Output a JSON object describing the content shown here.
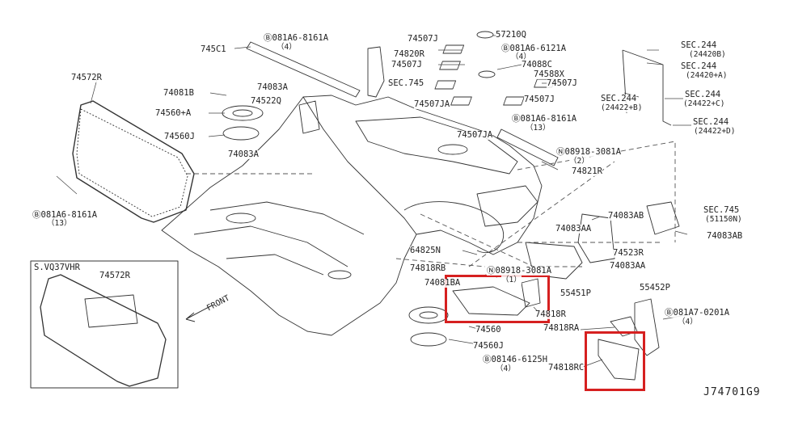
{
  "diagram": {
    "code": "J74701G9",
    "inset_title": "S.VQ37VHR",
    "front_label": "FRONT",
    "highlight_color": "#d62020"
  },
  "labels": [
    {
      "id": "745c1",
      "text": "745C1"
    },
    {
      "id": "b081a6-8161a-top",
      "text": "Ⓑ081A6-8161A"
    },
    {
      "id": "b081a6-8161a-top-qty",
      "text": "（4）"
    },
    {
      "id": "74820r",
      "text": "74820R"
    },
    {
      "id": "74507j-1",
      "text": "74507J"
    },
    {
      "id": "74507j-2",
      "text": "74507J"
    },
    {
      "id": "57210q",
      "text": "57210Q"
    },
    {
      "id": "b081a6-6121a",
      "text": "Ⓑ081A6-6121A"
    },
    {
      "id": "b081a6-6121a-qty",
      "text": "（4）"
    },
    {
      "id": "74088c",
      "text": "74088C"
    },
    {
      "id": "74588x",
      "text": "74588X"
    },
    {
      "id": "74507j-3",
      "text": "74507J"
    },
    {
      "id": "74507j-4",
      "text": "74507J"
    },
    {
      "id": "74507ja-1",
      "text": "74507JA"
    },
    {
      "id": "sec745-top",
      "text": "SEC.745"
    },
    {
      "id": "74572r",
      "text": "74572R"
    },
    {
      "id": "74081b",
      "text": "74081B"
    },
    {
      "id": "74083a-1",
      "text": "74083A"
    },
    {
      "id": "74560a",
      "text": "74560+A"
    },
    {
      "id": "74522q",
      "text": "74522Q"
    },
    {
      "id": "74560j-1",
      "text": "74560J"
    },
    {
      "id": "74083a-2",
      "text": "74083A"
    },
    {
      "id": "b081a6-8161a-left",
      "text": "Ⓑ081A6-8161A"
    },
    {
      "id": "b081a6-8161a-left-qty",
      "text": "（13）"
    },
    {
      "id": "sec244-1",
      "text": "SEC.244"
    },
    {
      "id": "sec244-1-sub",
      "text": "(24420B)"
    },
    {
      "id": "sec244-2",
      "text": "SEC.244"
    },
    {
      "id": "sec244-2-sub",
      "text": "(24420+A)"
    },
    {
      "id": "sec244-3",
      "text": "SEC.244"
    },
    {
      "id": "sec244-3-sub",
      "text": "(24422+B)"
    },
    {
      "id": "sec244-4",
      "text": "SEC.244"
    },
    {
      "id": "sec244-4-sub",
      "text": "(24422+C)"
    },
    {
      "id": "sec244-5",
      "text": "SEC.244"
    },
    {
      "id": "sec244-5-sub",
      "text": "(24422+D)"
    },
    {
      "id": "b081a6-8161a-mid",
      "text": "Ⓑ081A6-8161A"
    },
    {
      "id": "b081a6-8161a-mid-qty",
      "text": "（13）"
    },
    {
      "id": "74507ja-2",
      "text": "74507JA"
    },
    {
      "id": "n08918-3081a-top",
      "text": "Ⓝ08918-3081A"
    },
    {
      "id": "n08918-3081a-top-qty",
      "text": "（2）"
    },
    {
      "id": "74821r",
      "text": "74821R"
    },
    {
      "id": "74083ab-1",
      "text": "74083AB"
    },
    {
      "id": "sec745-right",
      "text": "SEC.745"
    },
    {
      "id": "sec745-right-sub",
      "text": "(51150N)"
    },
    {
      "id": "74083aa-1",
      "text": "74083AA"
    },
    {
      "id": "74083ab-2",
      "text": "74083AB"
    },
    {
      "id": "74523r",
      "text": "74523R"
    },
    {
      "id": "74083aa-2",
      "text": "74083AA"
    },
    {
      "id": "64825n",
      "text": "64825N"
    },
    {
      "id": "74818rb",
      "text": "74818RB"
    },
    {
      "id": "n08918-3081a-mid",
      "text": "Ⓝ08918-3081A"
    },
    {
      "id": "n08918-3081a-mid-qty",
      "text": "（1）"
    },
    {
      "id": "74081ba",
      "text": "74081BA"
    },
    {
      "id": "55451p",
      "text": "55451P"
    },
    {
      "id": "55452p",
      "text": "55452P"
    },
    {
      "id": "b081a7-0201a",
      "text": "Ⓑ081A7-0201A"
    },
    {
      "id": "b081a7-0201a-qty",
      "text": "（4）"
    },
    {
      "id": "74818r",
      "text": "74818R"
    },
    {
      "id": "74818ra",
      "text": "74818RA"
    },
    {
      "id": "74560",
      "text": "74560"
    },
    {
      "id": "74560j-2",
      "text": "74560J"
    },
    {
      "id": "b08146-6125h",
      "text": "Ⓑ08146-6125H"
    },
    {
      "id": "b08146-6125h-qty",
      "text": "（4）"
    },
    {
      "id": "74818rc",
      "text": "74818RC"
    },
    {
      "id": "74572r-inset",
      "text": "74572R"
    }
  ]
}
